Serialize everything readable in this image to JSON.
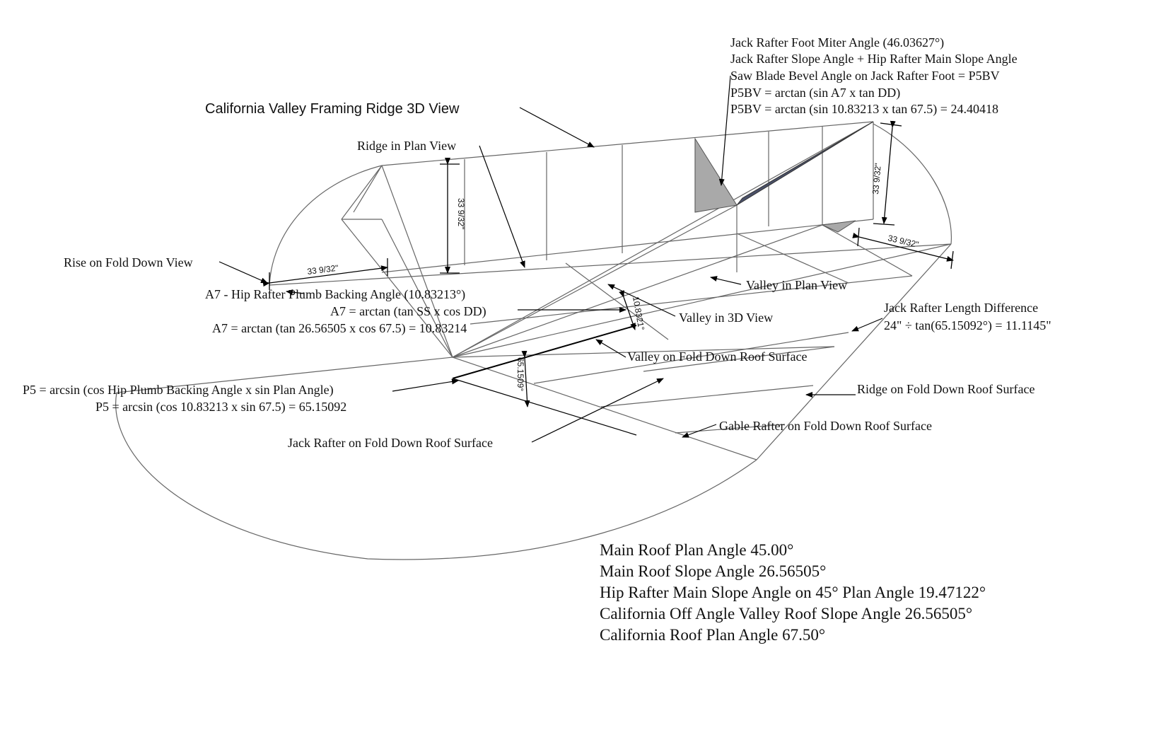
{
  "title": "California Valley Framing Ridge 3D View",
  "labels": {
    "jack_miter": "Jack Rafter Foot Miter Angle (46.03627°)",
    "jack_slope_plus": "Jack Rafter Slope Angle + Hip Rafter Main Slope Angle",
    "saw_bevel": "Saw Blade Bevel Angle on Jack Rafter Foot = P5BV",
    "p5bv_formula": "P5BV = arctan (sin A7 x tan DD)",
    "p5bv_value": "P5BV = arctan (sin 10.83213 x tan 67.5) = 24.40418",
    "ridge_plan": "Ridge in Plan View",
    "rise_fold": "Rise on Fold Down View",
    "a7_title": "A7 - Hip Rafter Plumb Backing Angle (10.83213°)",
    "a7_formula": "A7 = arctan (tan SS x cos DD)",
    "a7_value": "A7 = arctan (tan 26.56505 x cos 67.5) = 10.83214",
    "valley_plan": "Valley in Plan View",
    "valley_3d": "Valley in 3D View",
    "jack_length_title": "Jack Rafter Length Difference",
    "jack_length_value": "24\" ÷ tan(65.15092°) = 11.1145\"",
    "valley_fold": "Valley on Fold Down Roof Surface",
    "ridge_fold": "Ridge on Fold Down Roof Surface",
    "p5_formula": "P5 = arcsin (cos Hip Plumb Backing Angle x sin Plan Angle)",
    "p5_value": "P5 = arcsin (cos 10.83213 x sin 67.5) = 65.15092",
    "jack_fold": "Jack Rafter on Fold Down Roof Surface",
    "gable_fold": "Gable Rafter on Fold Down Roof Surface"
  },
  "dimensions": {
    "d_left_vertical": "33 9/32\"",
    "d_left_horizontal": "33 9/32\"",
    "d_right_vertical": "33 9/32\"",
    "d_right_horizontal": "33 9/32\"",
    "angle_a7": "10.8321°",
    "angle_p5": "65.1509°"
  },
  "legend": [
    "Main Roof Plan Angle 45.00°",
    "Main Roof Slope Angle 26.56505°",
    "Hip Rafter Main Slope Angle on 45° Plan Angle  19.47122°",
    "California Off  Angle Valley Roof Slope Angle 26.56505°",
    "California Roof Plan Angle 67.50°"
  ],
  "colors": {
    "shaded_face_light": "#a9a9a9",
    "shaded_face_dark": "#4a5068",
    "line": "#666666",
    "text": "#111111"
  }
}
